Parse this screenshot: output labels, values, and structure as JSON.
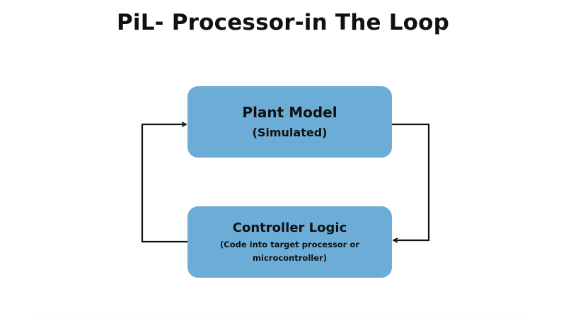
{
  "title": "PiL- Processor-in The Loop",
  "blocks": {
    "plant": {
      "label": "Plant Model",
      "sublabel": "(Simulated)"
    },
    "controller": {
      "label": "Controller Logic",
      "sublabel": "(Code into target processor or microcontroller)"
    }
  },
  "colors": {
    "block_fill": "#6badd6",
    "text": "#111111",
    "connector": "#111111"
  },
  "connections": [
    {
      "from": "plant",
      "to": "controller",
      "direction": "right side, downward loop"
    },
    {
      "from": "controller",
      "to": "plant",
      "direction": "left side, upward loop"
    }
  ]
}
